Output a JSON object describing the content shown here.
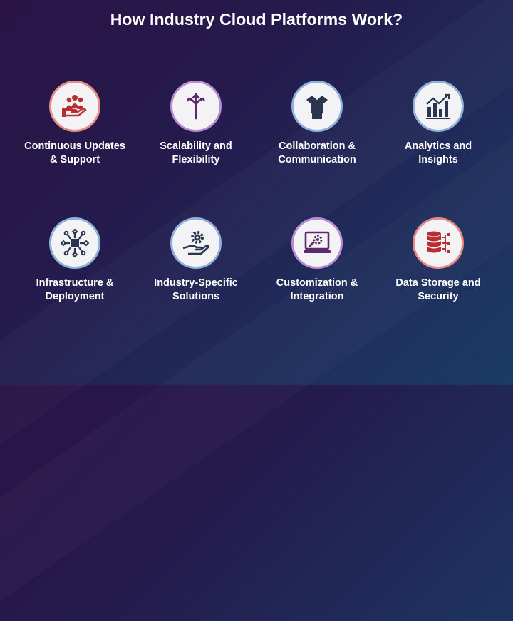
{
  "title": "How Industry Cloud Platforms Work?",
  "colors": {
    "red": "#e88a86",
    "purple": "#b98bd0",
    "blue": "#8fb0d8",
    "icon_red": "#b72f32",
    "icon_purple": "#5a2a6a",
    "icon_dark": "#2a3550"
  },
  "cards": [
    {
      "label": "Continuous Updates\n& Support",
      "icon": "hand-people-icon"
    },
    {
      "label": "Scalability and\nFlexibility",
      "icon": "split-arrows-icon"
    },
    {
      "label": "Collaboration &\nCommunication",
      "icon": "handshake-icon"
    },
    {
      "label": "Analytics and\nInsights",
      "icon": "bar-chart-icon"
    },
    {
      "label": "Infrastructure &\nDeployment",
      "icon": "network-chip-icon"
    },
    {
      "label": "Industry-Specific\nSolutions",
      "icon": "hand-gear-icon"
    },
    {
      "label": "Customization &\nIntegration",
      "icon": "monitor-tools-icon"
    },
    {
      "label": "Data Storage and\nSecurity",
      "icon": "database-icon"
    }
  ]
}
